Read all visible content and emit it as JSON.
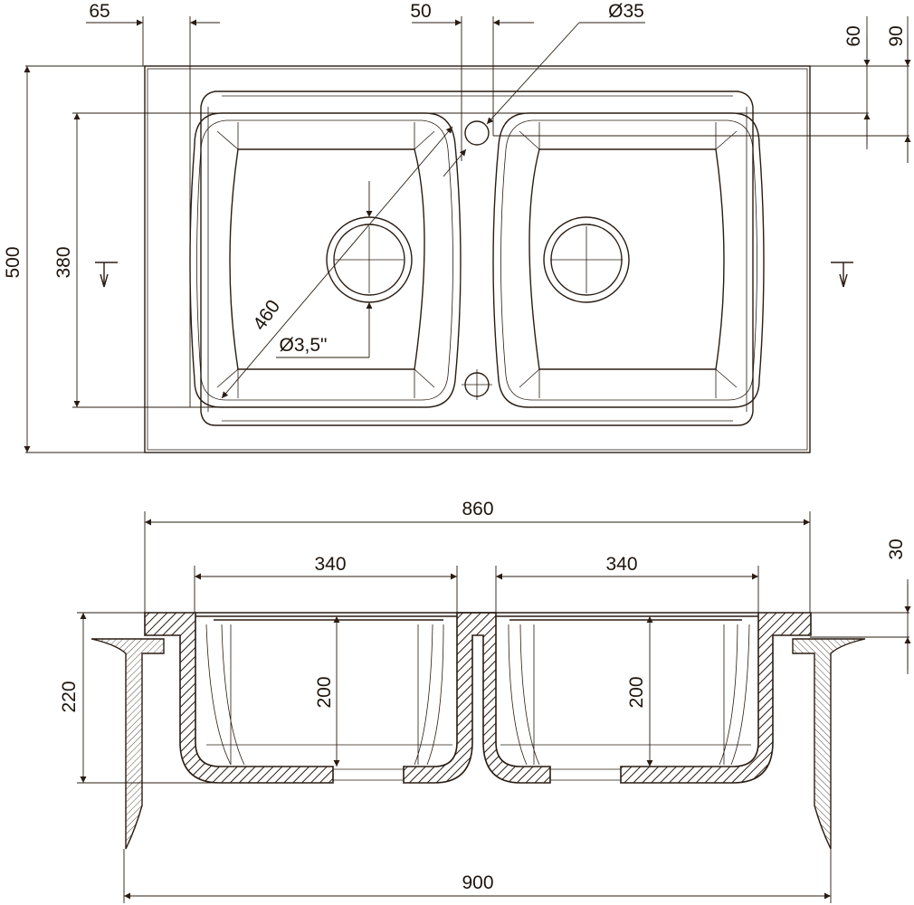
{
  "drawing": {
    "plan_view": {
      "dim_edge_offset": "65",
      "dim_bridge_width": "50",
      "dim_tap_hole": "Ø35",
      "dim_hole_offset_1": "60",
      "dim_hole_offset_2": "90",
      "dim_total_depth": "500",
      "dim_bowl_length": "380",
      "dim_bowl_diagonal": "460",
      "dim_drain": "Ø3,5\""
    },
    "section_view": {
      "dim_inner_width": "860",
      "dim_left_bowl_width": "340",
      "dim_right_bowl_width": "340",
      "dim_rim_thickness": "30",
      "dim_total_height": "220",
      "dim_left_bowl_depth": "200",
      "dim_right_bowl_depth": "200",
      "dim_total_width": "900"
    },
    "line_color": "#2a1c12"
  }
}
